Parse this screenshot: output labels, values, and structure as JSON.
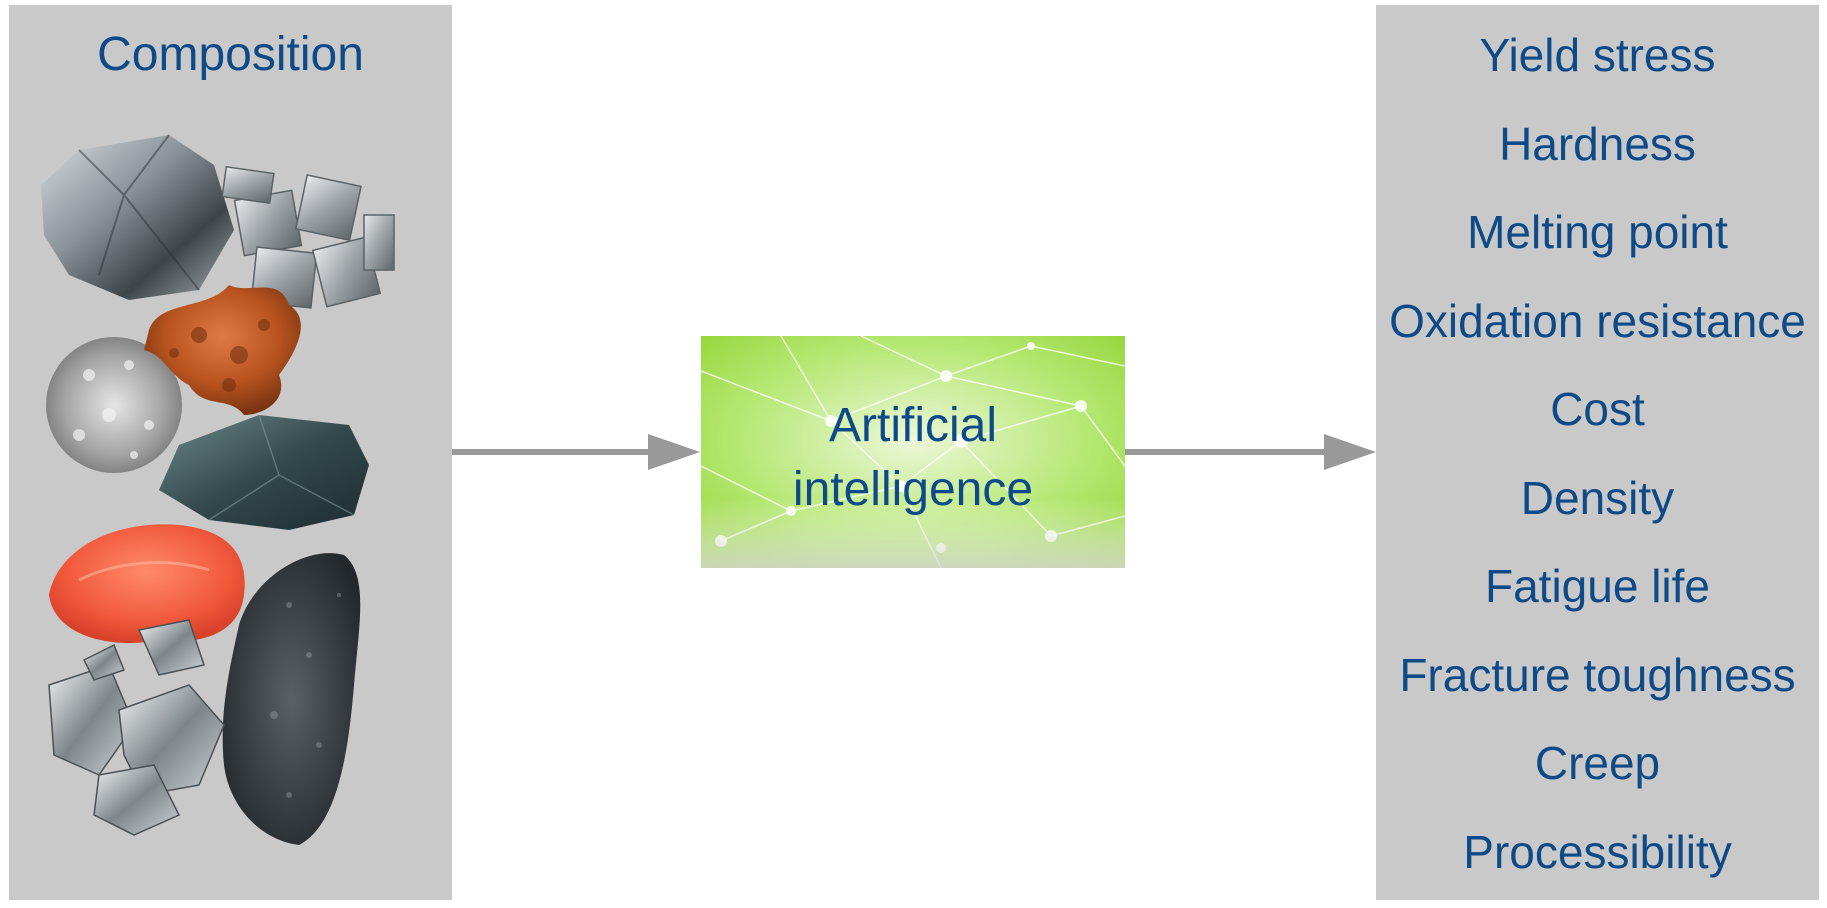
{
  "input": {
    "title": "Composition"
  },
  "model": {
    "label": "Artificial\nintelligence"
  },
  "outputs": {
    "items": [
      "Yield stress",
      "Hardness",
      "Melting point",
      "Oxidation resistance",
      "Cost",
      "Density",
      "Fatigue life",
      "Fracture toughness",
      "Creep",
      "Processibility"
    ]
  },
  "colors": {
    "panel": "#c9c9c9",
    "text": "#0d4a87",
    "arrow": "#999999",
    "ai_green": "#9ee33b"
  }
}
